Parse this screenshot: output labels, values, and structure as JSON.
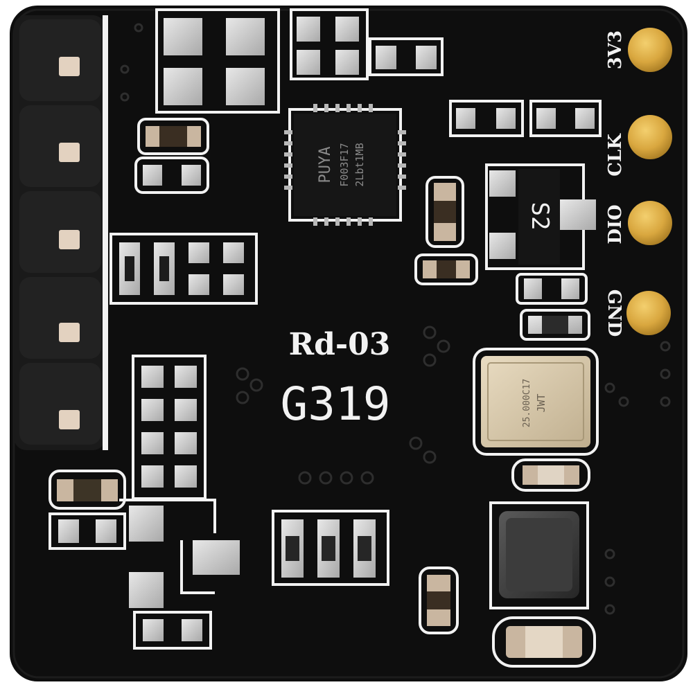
{
  "board": {
    "model_label": "Rd-03",
    "code_label": "G319"
  },
  "pins": [
    {
      "label": "3V3"
    },
    {
      "label": "CLK"
    },
    {
      "label": "DIO"
    },
    {
      "label": "GND"
    }
  ],
  "chip": {
    "line1": "PUYA",
    "line2": "F003F17",
    "line3": "2Lbt1MB"
  },
  "transistor": {
    "label": "S2"
  },
  "crystal": {
    "line1": "25.000C17",
    "line2": "JWT"
  },
  "colors": {
    "pcb": "#0e0e0e",
    "silkscreen": "#f2f2f2",
    "gold_pad": "#d9a73f",
    "tin_pad": "#cfcfcf"
  }
}
